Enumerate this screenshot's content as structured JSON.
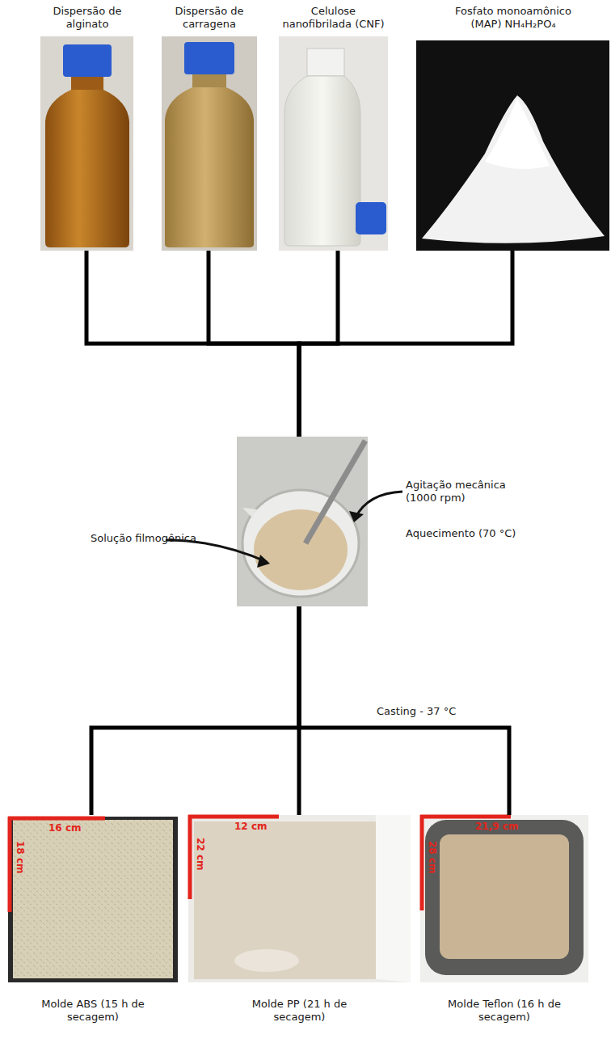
{
  "diagram": {
    "nodes": [
      {
        "text": [
          "Dispersão de alginato"
        ]
      },
      {
        "text": [
          "Dispersão de carragena"
        ]
      },
      {
        "text": [
          "Celulose nanofibrilada (CNF)"
        ]
      },
      {
        "text": [
          "Fosfato monoamônico (MAP) NH₄H₂PO₄"
        ]
      },
      {
        "text": [
          "Solução filmogênica",
          "Agitação mecânica (1000 rpm)",
          "Aquecimento (70 °C)"
        ]
      },
      {
        "text": [
          "Molde ABS (15 h de secagem)"
        ]
      },
      {
        "text": [
          "Molde PP (21 h de secagem)"
        ]
      },
      {
        "text": [
          "Molde Teflon (16 h de secagem)"
        ]
      }
    ],
    "edges": [
      {
        "from": 0,
        "to": 4,
        "arrow": "none"
      },
      {
        "from": 1,
        "to": 4,
        "arrow": "none"
      },
      {
        "from": 2,
        "to": 4,
        "arrow": "none"
      },
      {
        "from": 3,
        "to": 4,
        "arrow": "none"
      },
      {
        "from": 4,
        "to": 5,
        "arrow": "none"
      },
      {
        "from": 4,
        "to": 6,
        "arrow": "none"
      },
      {
        "from": 4,
        "to": 7,
        "arrow": "none"
      }
    ],
    "labels": [
      "Casting - 37 °C",
      "16 cm",
      "18 cm",
      "12 cm",
      "22 cm",
      "21,9 cm",
      "28 cm"
    ]
  }
}
